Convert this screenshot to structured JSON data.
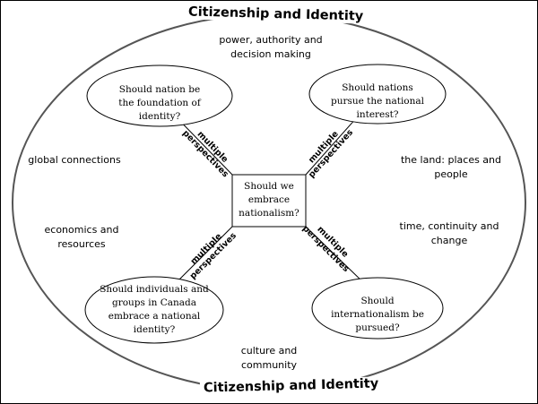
{
  "title_top": "Citizenship and Identity",
  "title_bottom": "Citizenship and Identity",
  "center_question": "Should we embrace nationalism?",
  "questions": {
    "top_left": "Should nation be the foundation of identity?",
    "top_right": "Should nations pursue the national interest?",
    "bottom_left": "Should individuals and groups in Canada embrace a national identity?",
    "bottom_right": "Should internationalism be pursued?"
  },
  "connector_label": "multiple perspectives",
  "themes": {
    "power": "power, authority and decision making",
    "global": "global connections",
    "economics": "economics and resources",
    "land": "the land: places and people",
    "time": "time, continuity and change",
    "culture": "culture and community"
  }
}
